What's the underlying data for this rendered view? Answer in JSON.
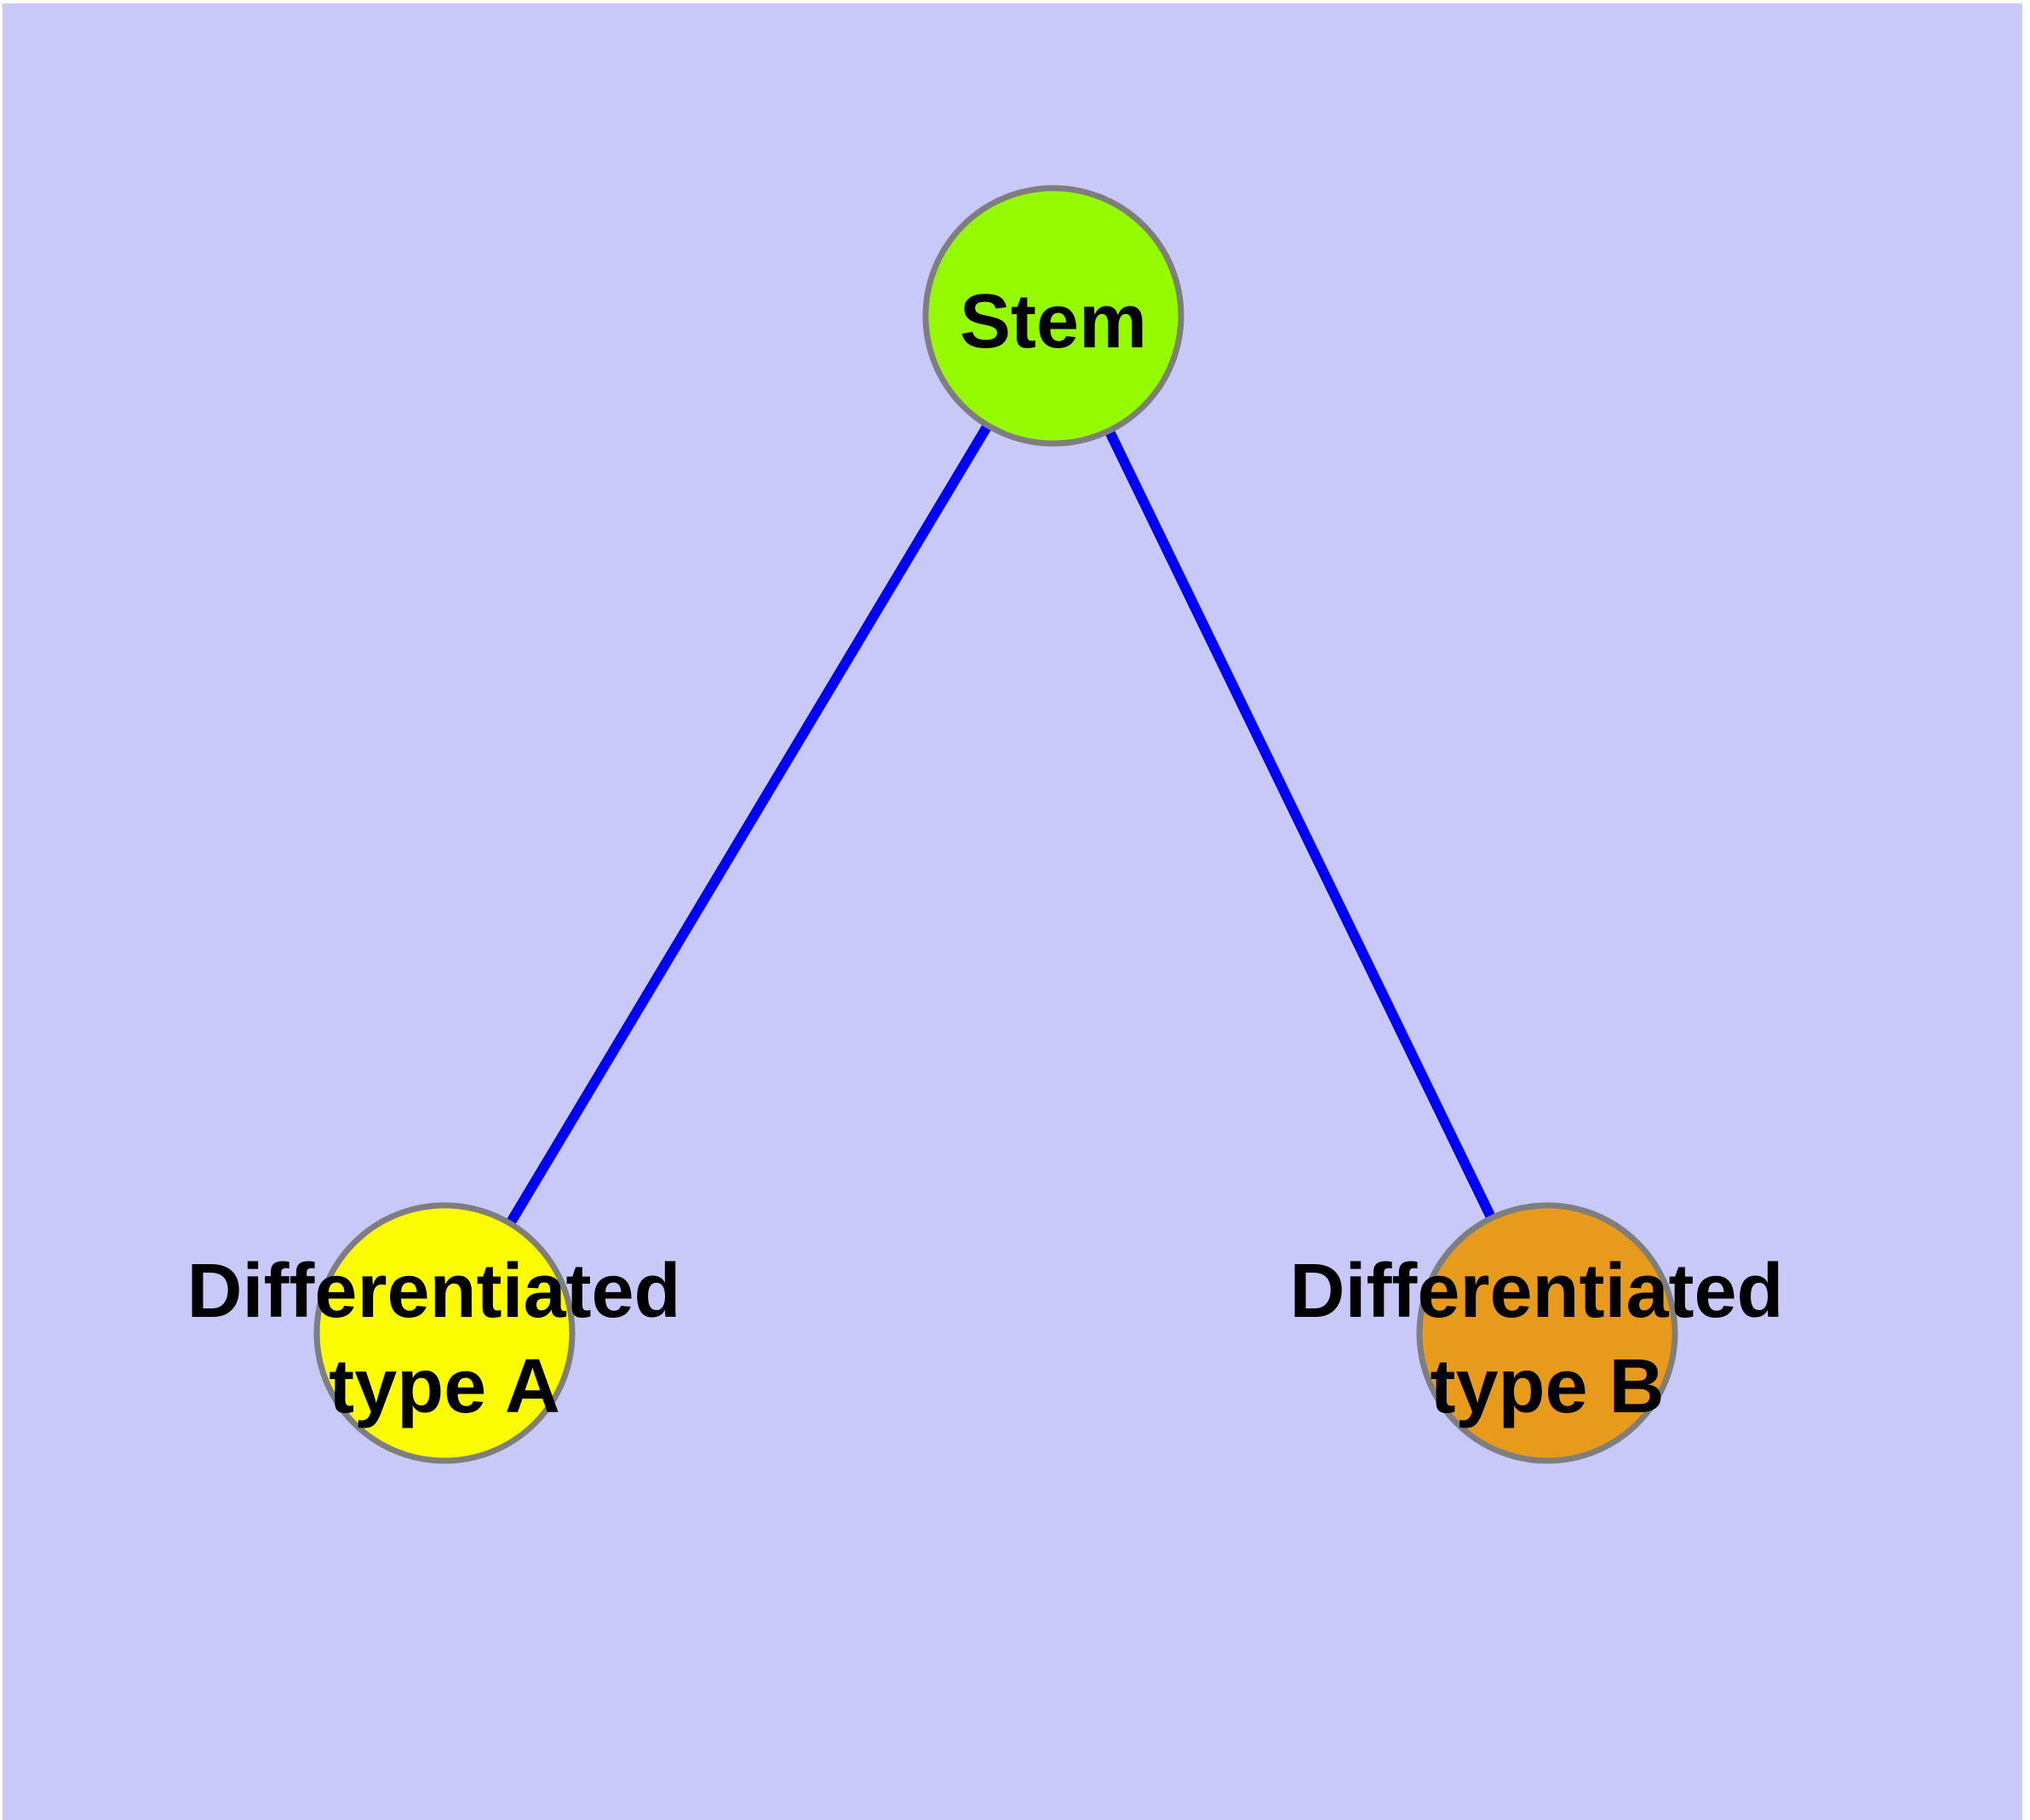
{
  "canvas": {
    "page_background": "#FFFFFF",
    "background_color": "#C9C9F9"
  },
  "nodes": {
    "stem": {
      "label": "Stem",
      "fill": "#95FA00",
      "border_color": "#7E7E7E",
      "text_color": "#000000"
    },
    "type_a": {
      "label_lines": [
        "Differentiated",
        "type A"
      ],
      "label": "Differentiated type A",
      "fill": "#FCFC00",
      "border_color": "#7E7E7E",
      "text_color": "#000000"
    },
    "type_b": {
      "label_lines": [
        "Differentiated",
        "type B"
      ],
      "label": "Differentiated type B",
      "fill": "#E79A1B",
      "border_color": "#7E7E7E",
      "text_color": "#000000"
    }
  },
  "edges": {
    "color": "#0000FA",
    "items": [
      {
        "from": "Stem",
        "to": "Differentiated type A"
      },
      {
        "from": "Stem",
        "to": "Differentiated type B"
      }
    ]
  }
}
